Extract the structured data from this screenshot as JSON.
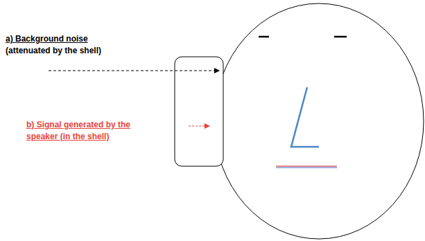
{
  "diagram": {
    "labels": [
      "a) Background noise",
      "(attenuated by the shell)",
      "b) Signal generated by the speaker (in the shell)"
    ]
  }
}
